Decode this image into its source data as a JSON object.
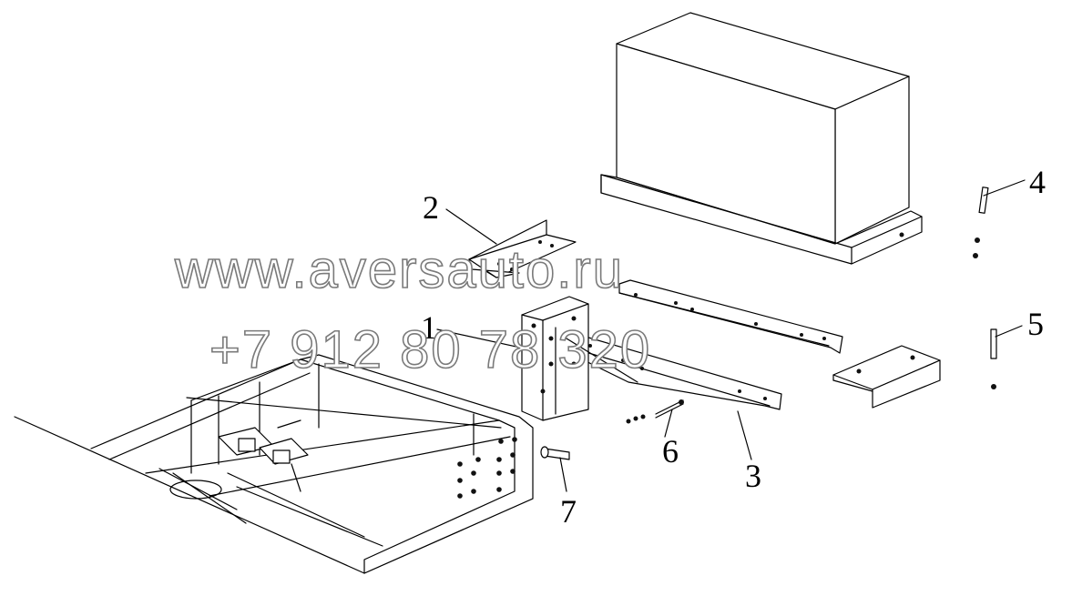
{
  "callouts": {
    "c1": "1",
    "c2": "2",
    "c3": "3",
    "c4": "4",
    "c5": "5",
    "c6": "6",
    "c7": "7"
  },
  "watermark": {
    "line1": "www.aversauto.ru",
    "line2": "+7 912 80 78 320"
  }
}
